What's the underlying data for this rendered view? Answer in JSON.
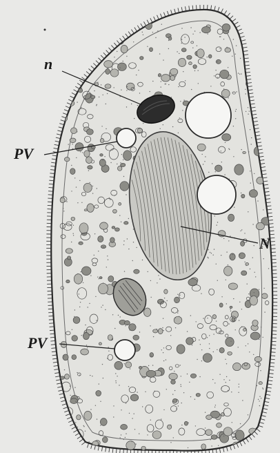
{
  "labels": {
    "micronucleus": "n",
    "pulsating_vacuole_upper": "PV",
    "macronucleus": "N",
    "pulsating_vacuole_lower": "PV"
  },
  "colors": {
    "background": "#e9e9e7",
    "ink": "#1b1b1b",
    "cytoplasm": "#e3e3df"
  }
}
